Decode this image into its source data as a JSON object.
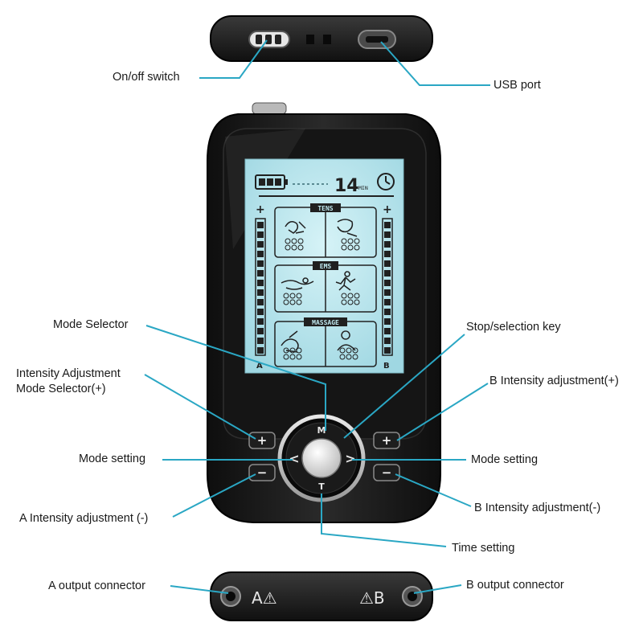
{
  "device": {
    "lcd": {
      "timer_value": "14",
      "timer_unit": "MIN",
      "channel_a": "A",
      "channel_b": "B",
      "plus": "+",
      "sections": [
        "TENS",
        "EMS",
        "MASSAGE"
      ]
    },
    "keys": {
      "mode_key": "M",
      "time_key": "T",
      "plus": "+",
      "minus": "−",
      "left": "<",
      "right": ">"
    },
    "bottom_panel": {
      "a_marking": "A⚠",
      "b_marking": "⚠B"
    }
  },
  "labels": {
    "on_off_switch": "On/off switch",
    "usb_port": "USB port",
    "mode_selector": "Mode Selector",
    "stop_selection_key": "Stop/selection key",
    "intensity_adj_line1": "Intensity Adjustment",
    "intensity_adj_line2": "Mode Selector(+)",
    "b_intensity_plus": "B Intensity adjustment(+)",
    "mode_setting_left": "Mode setting",
    "mode_setting_right": "Mode setting",
    "a_intensity_minus": "A Intensity adjustment (-)",
    "b_intensity_minus": "B Intensity adjustment(-)",
    "time_setting": "Time setting",
    "a_output": "A output connector",
    "b_output": "B output connector"
  },
  "colors": {
    "leader_line": "#2aa7c4",
    "lcd_background": "#bfe8ef",
    "lcd_ink": "#202020",
    "device_body": "#1b1b1b",
    "label_text": "#1a1a1a"
  }
}
